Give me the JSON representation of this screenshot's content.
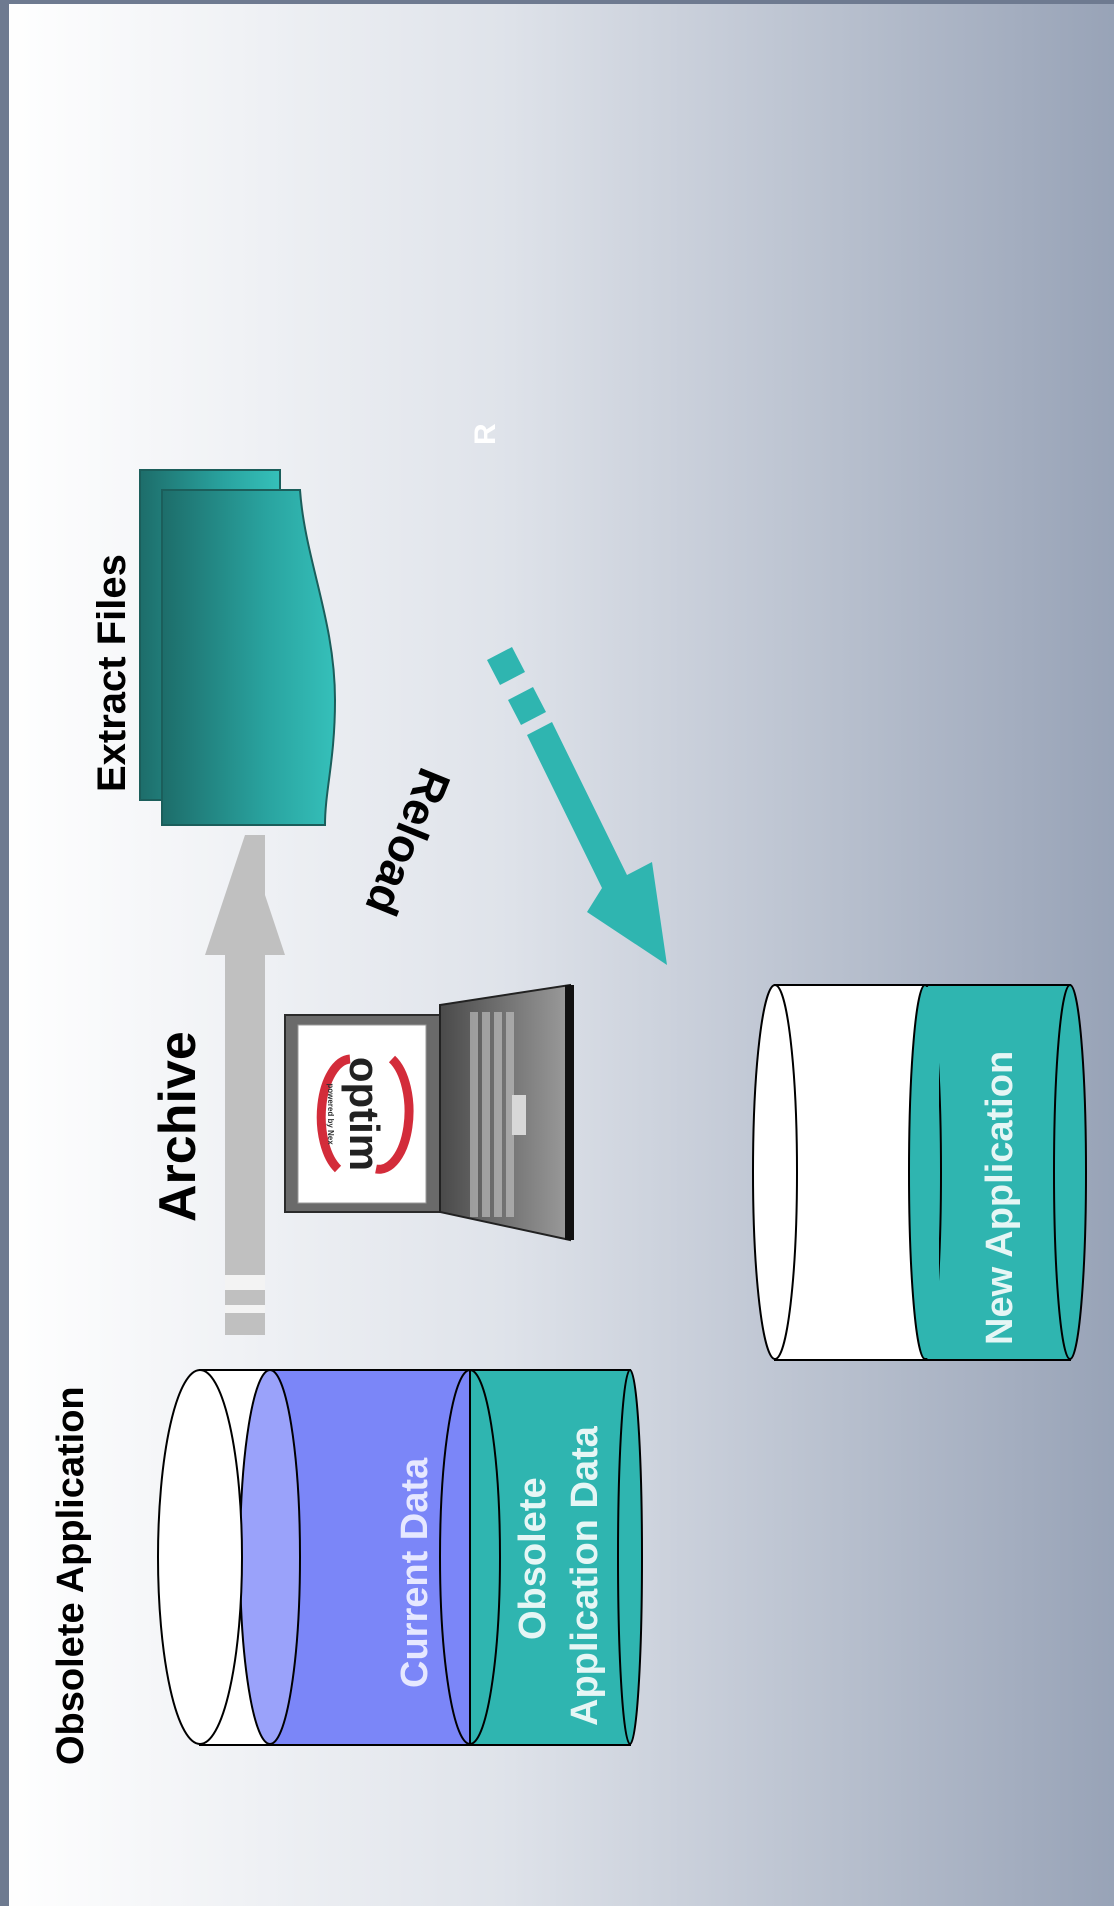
{
  "labels": {
    "obsolete_application": "Obsolete Application",
    "archive": "Archive",
    "extract_files": "Extract Files",
    "reload": "Reload",
    "stray_letter": "R",
    "current_data": "Current Data",
    "obsolete_app_data_line1": "Obsolete",
    "obsolete_app_data_line2": "Application Data",
    "new_application": "New Application"
  },
  "logo": {
    "name": "optim",
    "tagline": "powered by Nex"
  },
  "colors": {
    "teal": "#2fb5b0",
    "teal_dark": "#1f7c78",
    "blue": "#7b86f8",
    "blue_light": "#9aa2fa",
    "gray_arrow": "#c0c0c0",
    "bg_start": "#ffffff",
    "bg_end": "#99a4b8",
    "logo_red": "#d32c3a",
    "laptop_dark": "#3a3a3a"
  }
}
